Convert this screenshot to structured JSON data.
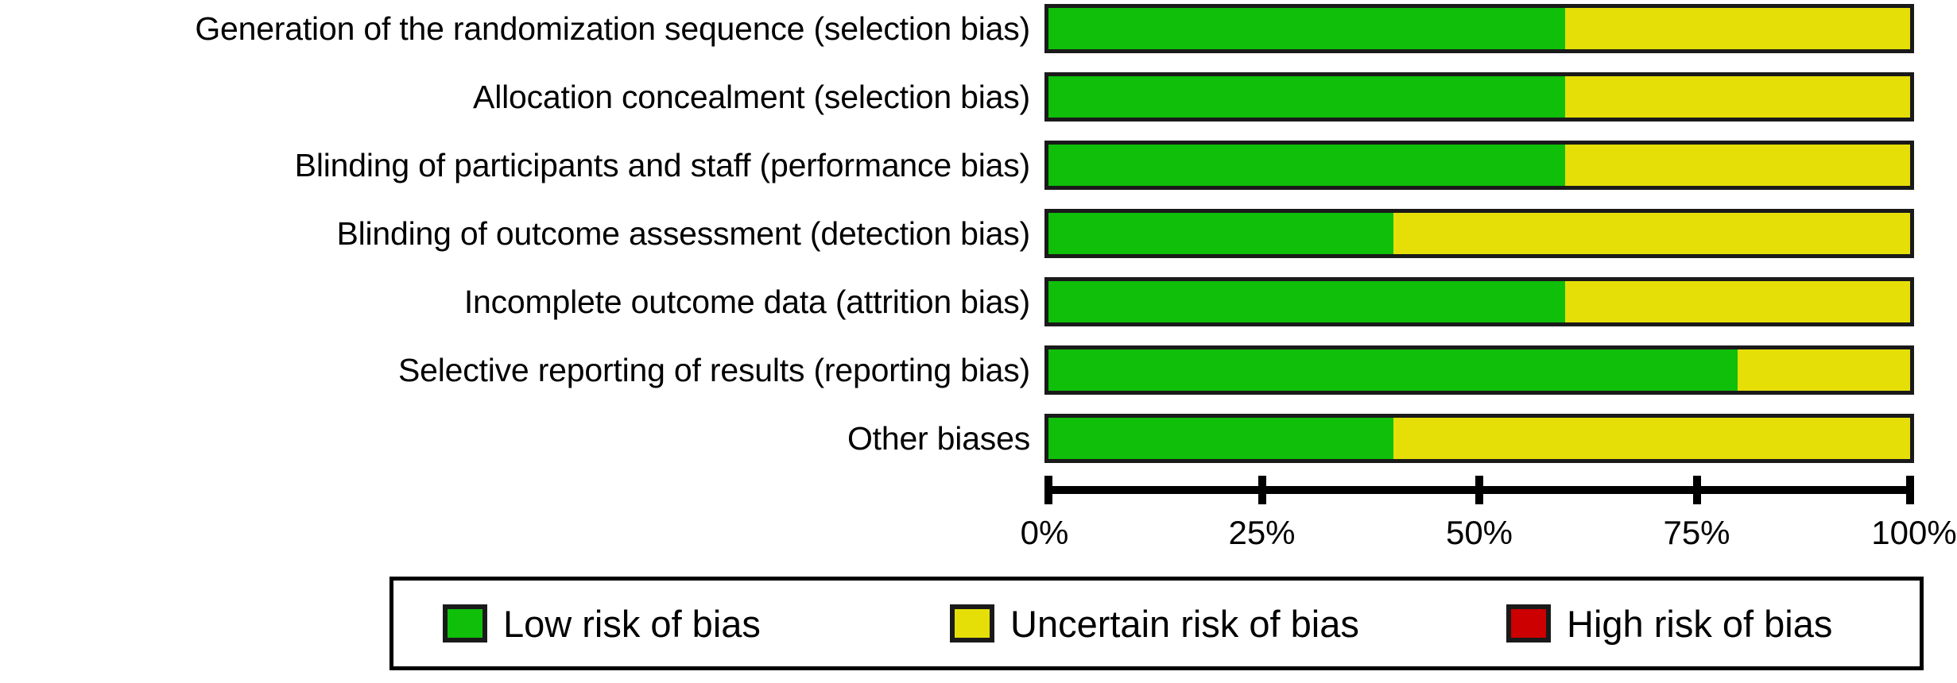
{
  "chart_data": {
    "type": "bar",
    "orientation": "horizontal",
    "stacked": true,
    "normalized": true,
    "title": "",
    "xlabel": "",
    "ylabel": "",
    "xlim": [
      0,
      100
    ],
    "xticks": [
      "0%",
      "25%",
      "50%",
      "75%",
      "100%"
    ],
    "xtick_values": [
      0,
      25,
      50,
      75,
      100
    ],
    "grid": false,
    "legend_position": "bottom",
    "categories": [
      "Generation of the randomization sequence (selection bias)",
      "Allocation concealment (selection bias)",
      "Blinding of participants and staff (performance bias)",
      "Blinding of outcome assessment (detection bias)",
      "Incomplete outcome data (attrition bias)",
      "Selective reporting of results (reporting bias)",
      "Other biases"
    ],
    "series": [
      {
        "name": "Low risk of bias",
        "color": "#0FBF09",
        "values": [
          60,
          60,
          60,
          40,
          60,
          80,
          40
        ]
      },
      {
        "name": "Uncertain risk of bias",
        "color": "#E5DF07",
        "values": [
          40,
          40,
          40,
          60,
          40,
          20,
          60
        ]
      },
      {
        "name": "High risk of bias",
        "color": "#CC0000",
        "values": [
          0,
          0,
          0,
          0,
          0,
          0,
          0
        ]
      }
    ]
  },
  "legend": {
    "items": [
      {
        "label": "Low risk of bias",
        "color": "#0FBF09"
      },
      {
        "label": "Uncertain risk of bias",
        "color": "#E5DF07"
      },
      {
        "label": "High risk of bias",
        "color": "#CC0000"
      }
    ]
  }
}
